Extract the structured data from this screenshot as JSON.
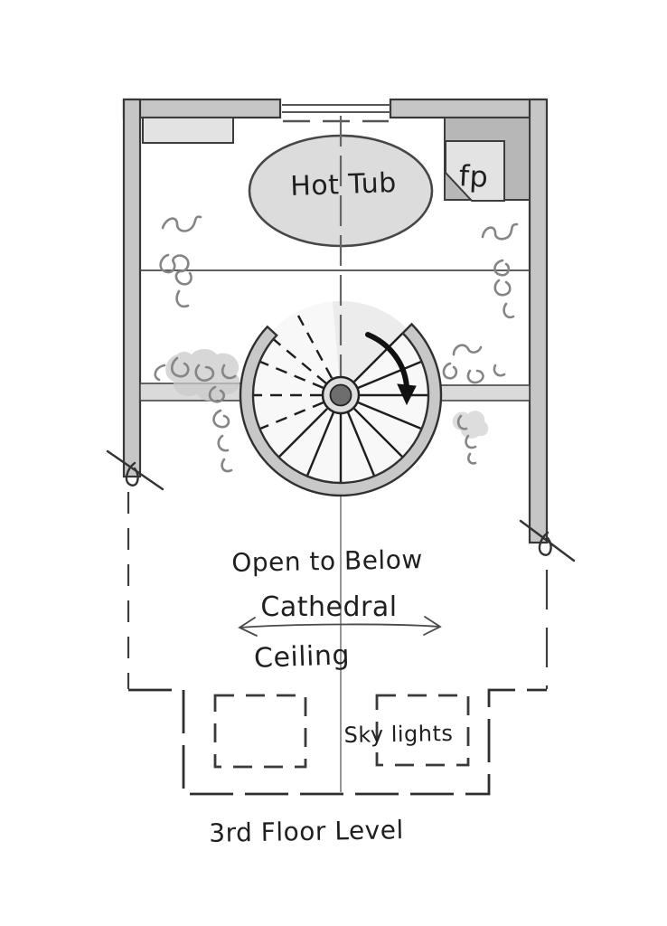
{
  "labels": {
    "hot_tub": "Hot Tub",
    "fireplace": "fp",
    "open_to_below": "Open to Below",
    "cathedral": "Cathedral",
    "ceiling": "Ceiling",
    "skylights": "Sky lights",
    "floor_level": "3rd Floor Level"
  },
  "colors": {
    "wall_fill": "#c6c6c6",
    "fixture_fill": "#e3e3e3",
    "chimney_fill": "#b7b7b7",
    "hot_tub_fill": "#dcdcdc",
    "stair_ring_fill": "#c8c8c8",
    "stair_disc_fill": "#f8f8f8",
    "stair_landing_shade": "#ececec",
    "landing_wall_fill": "#dadada",
    "hub_outer_fill": "#dedede",
    "hub_center_fill": "#6e6e6e",
    "arrow_color": "#111111"
  }
}
